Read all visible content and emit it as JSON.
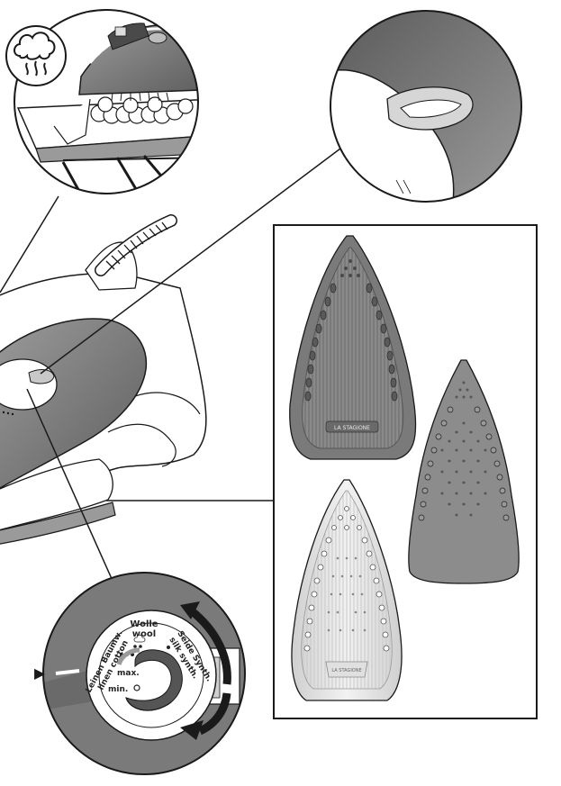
{
  "dial": {
    "labels": {
      "wool_de": "Wolle",
      "wool_en": "wool",
      "silk_de": "Seide Synth.",
      "silk_en": "silk synth.",
      "linen_de": "Leinen Baumw.",
      "linen_en": "linen cotton",
      "max": "max.",
      "min": "min."
    },
    "indicator_symbol": "▶"
  },
  "soleplates": {
    "brand_plate_1": "LA STAGIONE",
    "brand_plate_3": "LA STAGIONE"
  },
  "icons": [
    "steam-cloud-icon",
    "dot-marks-icon",
    "rotation-arrows-icon"
  ],
  "colors": {
    "dark_gray": "#6e6e6e",
    "mid_gray": "#8c8c8c",
    "light_gray": "#bdbdbd",
    "outline": "#1a1a1a"
  }
}
